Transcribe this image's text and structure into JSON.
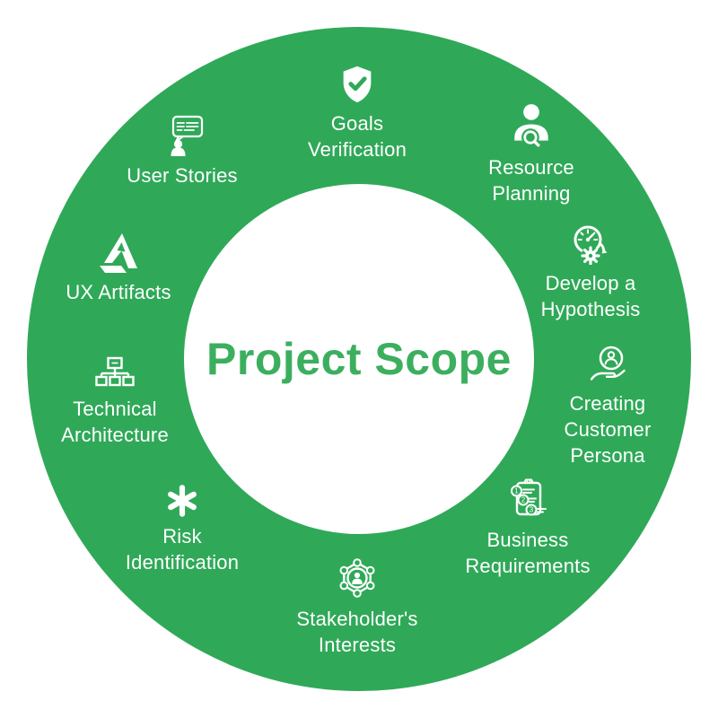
{
  "title": "Project Scope",
  "colors": {
    "ring_green": "#2FA958",
    "title_green": "#3CAF5F",
    "label_color": "#FFFFFF",
    "background": "#FFFFFF"
  },
  "items": [
    {
      "id": "goals-verification",
      "icon": "shield-check-icon",
      "lines": [
        "Goals",
        "Verification"
      ]
    },
    {
      "id": "resource-planning",
      "icon": "person-search-icon",
      "lines": [
        "Resource",
        "Planning"
      ]
    },
    {
      "id": "develop-a-hypothesis",
      "icon": "gauge-gears-icon",
      "lines": [
        "Develop a",
        "Hypothesis"
      ]
    },
    {
      "id": "creating-customer-persona",
      "icon": "hand-holding-person-icon",
      "lines": [
        "Creating",
        "Customer",
        "Persona"
      ]
    },
    {
      "id": "business-requirements",
      "icon": "clipboard-numbered-list-icon",
      "lines": [
        "Business",
        "Requirements"
      ]
    },
    {
      "id": "stakeholders-interests",
      "icon": "hexagon-network-person-icon",
      "lines": [
        "Stakeholder's",
        "Interests"
      ]
    },
    {
      "id": "risk-identification",
      "icon": "asterisk-icon",
      "lines": [
        "Risk",
        "Identification"
      ]
    },
    {
      "id": "technical-architecture",
      "icon": "sitemap-icon",
      "lines": [
        "Technical",
        "Architecture"
      ]
    },
    {
      "id": "ux-artifacts",
      "icon": "triangle-logo-icon",
      "lines": [
        "UX Artifacts"
      ]
    },
    {
      "id": "user-stories",
      "icon": "speech-bubble-person-icon",
      "lines": [
        "User Stories"
      ]
    }
  ]
}
